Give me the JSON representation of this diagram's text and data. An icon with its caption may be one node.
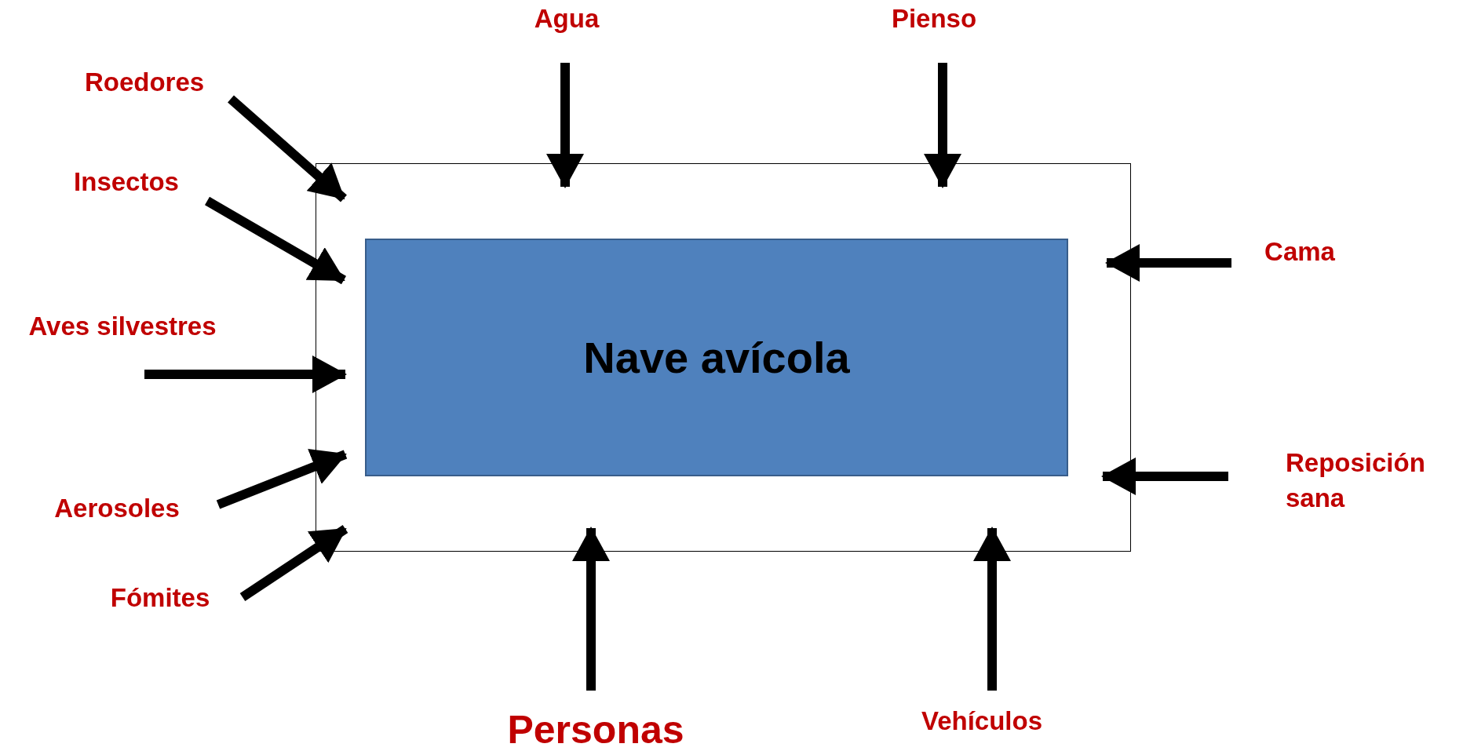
{
  "diagram": {
    "nodes": [
      {
        "text": [],
        "shape": "box"
      },
      {
        "text": [
          "Nave avícola"
        ],
        "in": 0
      },
      {
        "text": [
          "Agua"
        ]
      },
      {
        "text": [
          "Pienso"
        ]
      },
      {
        "text": [
          "Roedores"
        ]
      },
      {
        "text": [
          "Insectos"
        ]
      },
      {
        "text": [
          "Cama"
        ]
      },
      {
        "text": [
          "Aves silvestres"
        ]
      },
      {
        "text": [
          "Reposición sana"
        ]
      },
      {
        "text": [
          "Aerosoles"
        ]
      },
      {
        "text": [
          "Fómites"
        ]
      },
      {
        "text": [
          "Personas"
        ]
      },
      {
        "text": [
          "Vehículos"
        ]
      }
    ],
    "edges": [
      {
        "from": 2,
        "to": 1,
        "arrow": "to"
      },
      {
        "from": 3,
        "to": 1,
        "arrow": "to"
      },
      {
        "from": 4,
        "to": 1,
        "arrow": "to"
      },
      {
        "from": 5,
        "to": 1,
        "arrow": "to"
      },
      {
        "from": 6,
        "to": 1,
        "arrow": "to"
      },
      {
        "from": 7,
        "to": 1,
        "arrow": "to"
      },
      {
        "from": 8,
        "to": 1,
        "arrow": "to"
      },
      {
        "from": 9,
        "to": 1,
        "arrow": "to"
      },
      {
        "from": 10,
        "to": 1,
        "arrow": "to"
      },
      {
        "from": 11,
        "to": 1,
        "arrow": "to"
      },
      {
        "from": 12,
        "to": 1,
        "arrow": "to"
      }
    ]
  }
}
